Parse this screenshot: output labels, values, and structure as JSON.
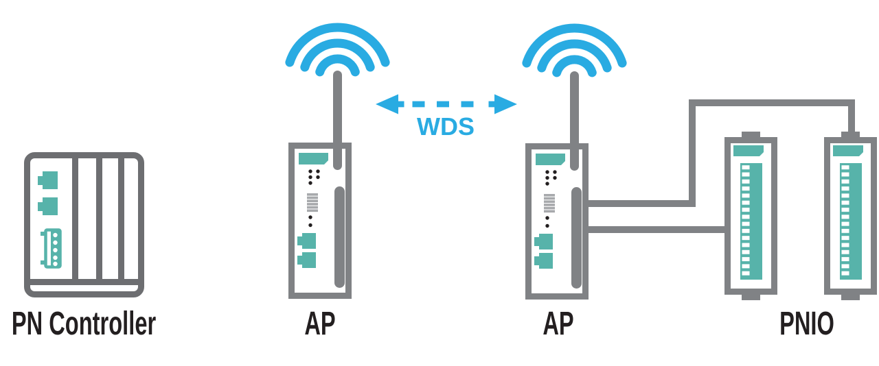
{
  "diagram": {
    "labels": {
      "pn_controller": "PN Controller",
      "ap_left": "AP",
      "ap_right": "AP",
      "pnio": "PNIO",
      "wds_link": "WDS"
    },
    "colors": {
      "gray": "#808285",
      "dark_gray": "#6d6e71",
      "light_gray": "#a7a9ac",
      "teal": "#57b3aa",
      "blue": "#29abe2",
      "text": "#231f20"
    },
    "nodes": [
      {
        "id": "pn-controller",
        "label": "PN Controller",
        "type": "plc-controller"
      },
      {
        "id": "ap-left",
        "label": "AP",
        "type": "wireless-access-point"
      },
      {
        "id": "ap-right",
        "label": "AP",
        "type": "wireless-access-point"
      },
      {
        "id": "pnio",
        "label": "PNIO",
        "type": "remote-io",
        "module_count": 2
      }
    ],
    "links": [
      {
        "from": "ap-left",
        "to": "ap-right",
        "type": "wireless-bridge",
        "label": "WDS"
      },
      {
        "from": "ap-right",
        "to": "pnio",
        "type": "wired",
        "cable_count": 2
      }
    ]
  }
}
